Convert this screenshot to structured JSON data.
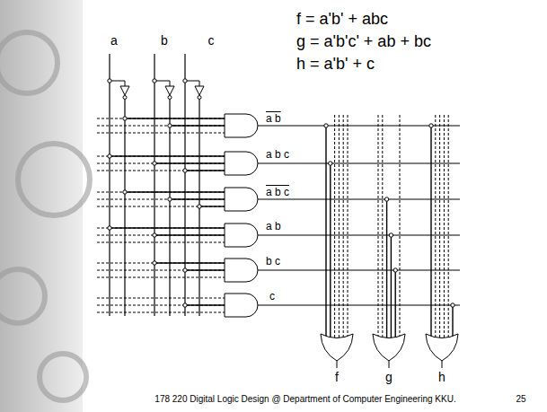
{
  "diagram": {
    "labels": [
      "a",
      "b",
      "c",
      "f = a'b' + abc",
      "g = a'b'c' + ab + bc",
      "h = a'b' + c",
      "a b",
      "a b c",
      "a b c",
      "a b",
      "b c",
      "c",
      "f",
      "g",
      "h",
      "178 220 Digital Logic Design @ Department of Computer Engineering KKU.",
      "25"
    ]
  }
}
